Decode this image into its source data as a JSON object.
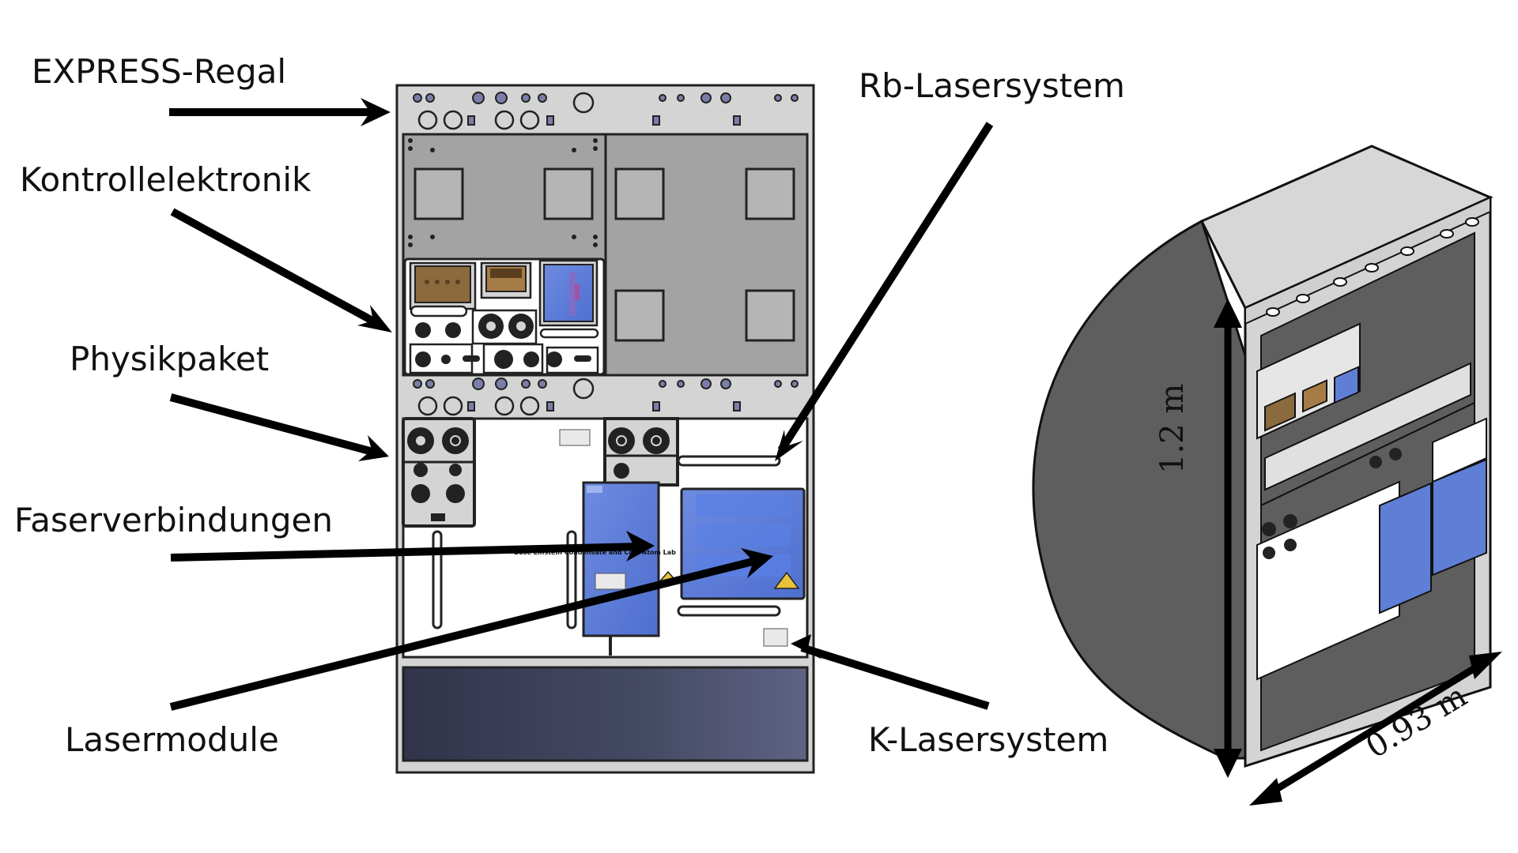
{
  "labels": {
    "express_rack": "EXPRESS-Regal",
    "control_electronics": "Kontrollelektronik",
    "physics_package": "Physikpaket",
    "fiber_connections": "Faserverbindungen",
    "laser_modules": "Lasermodule",
    "rb_laser_system": "Rb-Lasersystem",
    "k_laser_system": "K-Lasersystem"
  },
  "dimensions": {
    "height": "1.2 m",
    "depth": "0.93 m"
  },
  "module_caption": "Bose Einstein Condensate and Cold Atom Lab",
  "colors": {
    "rack_light": "#d4d4d4",
    "rack_mid": "#a3a3a3",
    "rack_dark": "#5e5e5e",
    "laser_blue": "#5f7fd6",
    "display_brown": "#8b6a3e",
    "drawer_navy": "#3c3f58"
  }
}
